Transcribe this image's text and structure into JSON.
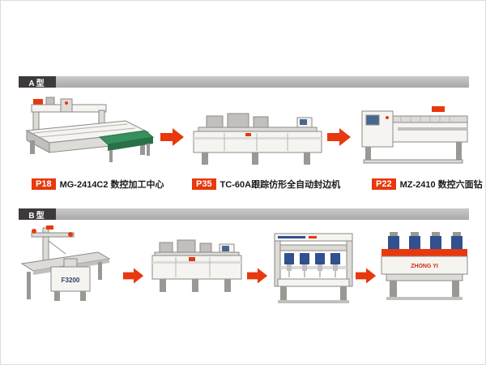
{
  "page": {
    "bg_color": "#ffffff",
    "border_color": "#dddddd"
  },
  "colors": {
    "accent_red": "#e8380d",
    "header_label_bg": "#3e3a39",
    "header_bar_gray": "#a8a8a8",
    "machine_blue": "#30508e",
    "conveyor_green": "#35915c"
  },
  "sections": {
    "a": {
      "label": "A型",
      "items": [
        {
          "code": "P18",
          "name": "MG-2414C2 数控加工中心"
        },
        {
          "code": "P35",
          "name": "TC-60A跟踪仿形全自动封边机"
        },
        {
          "code": "P22",
          "name": "MZ-2410 数控六面钻"
        }
      ]
    },
    "b": {
      "label": "B型",
      "saw_model_label": "F3200",
      "drill_brand_label": "ZHONG YI"
    }
  }
}
